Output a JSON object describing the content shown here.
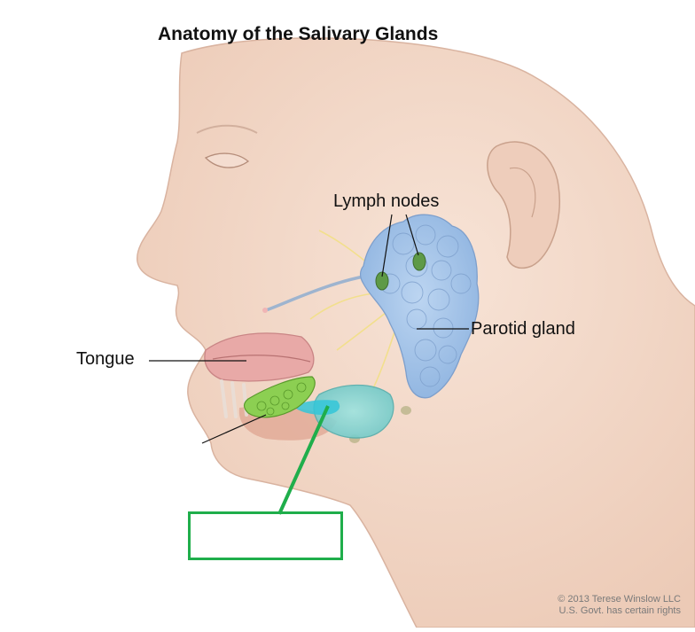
{
  "title": "Anatomy of the Salivary Glands",
  "labels": {
    "lymph_nodes": "Lymph nodes",
    "parotid_gland": "Parotid gland",
    "tongue": "Tongue"
  },
  "blank_label": "",
  "credit": {
    "line1": "© 2013 Terese Winslow LLC",
    "line2": "U.S. Govt. has certain rights"
  },
  "colors": {
    "skin": "#f3d9c9",
    "parotid": "#a9c8ea",
    "sublingual": "#8ccf52",
    "submandibular": "#7fd7d6",
    "lymph_node": "#5e9a47",
    "highlight": "#1fae4b"
  }
}
